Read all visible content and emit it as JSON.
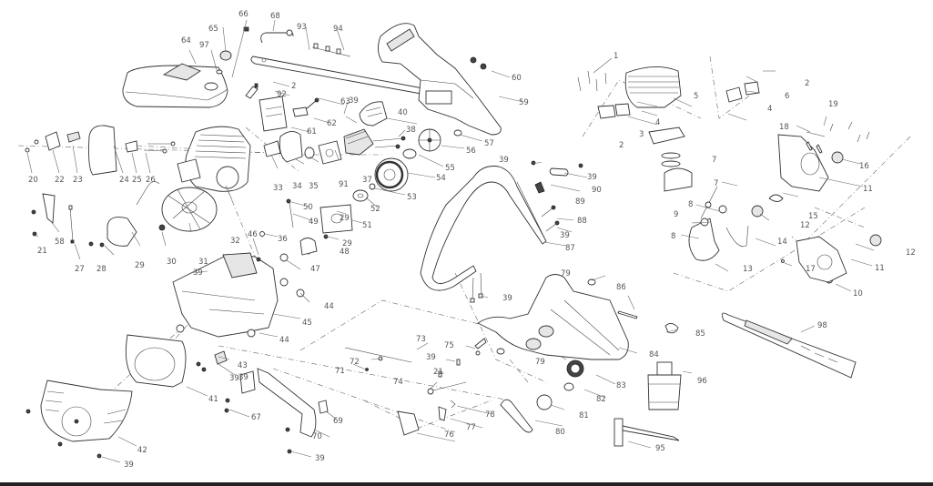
{
  "diagram": {
    "title": "Chainsaw exploded parts diagram",
    "labels": [
      {
        "id": "l1",
        "text": "1"
      },
      {
        "id": "l2a",
        "text": "2"
      },
      {
        "id": "l2b",
        "text": "2"
      },
      {
        "id": "l2c",
        "text": "2"
      },
      {
        "id": "l3",
        "text": "3"
      },
      {
        "id": "l4a",
        "text": "4"
      },
      {
        "id": "l4b",
        "text": "4"
      },
      {
        "id": "l5",
        "text": "5"
      },
      {
        "id": "l6",
        "text": "6"
      },
      {
        "id": "l7a",
        "text": "7"
      },
      {
        "id": "l7b",
        "text": "7"
      },
      {
        "id": "l8a",
        "text": "8"
      },
      {
        "id": "l8b",
        "text": "8"
      },
      {
        "id": "l9",
        "text": "9"
      },
      {
        "id": "l10",
        "text": "10"
      },
      {
        "id": "l11a",
        "text": "11"
      },
      {
        "id": "l11b",
        "text": "11"
      },
      {
        "id": "l12a",
        "text": "12"
      },
      {
        "id": "l12b",
        "text": "12"
      },
      {
        "id": "l13",
        "text": "13"
      },
      {
        "id": "l14",
        "text": "14"
      },
      {
        "id": "l15",
        "text": "15"
      },
      {
        "id": "l16",
        "text": "16"
      },
      {
        "id": "l17",
        "text": "17"
      },
      {
        "id": "l18",
        "text": "18"
      },
      {
        "id": "l19",
        "text": "19"
      },
      {
        "id": "l20",
        "text": "20"
      },
      {
        "id": "l21a",
        "text": "21"
      },
      {
        "id": "l21b",
        "text": "21"
      },
      {
        "id": "l22",
        "text": "22"
      },
      {
        "id": "l23",
        "text": "23"
      },
      {
        "id": "l24",
        "text": "24"
      },
      {
        "id": "l25",
        "text": "25"
      },
      {
        "id": "l26",
        "text": "26"
      },
      {
        "id": "l27",
        "text": "27"
      },
      {
        "id": "l28",
        "text": "28"
      },
      {
        "id": "l29a",
        "text": "29"
      },
      {
        "id": "l29b",
        "text": "29"
      },
      {
        "id": "l29c",
        "text": "29"
      },
      {
        "id": "l30",
        "text": "30"
      },
      {
        "id": "l31",
        "text": "31"
      },
      {
        "id": "l32",
        "text": "32"
      },
      {
        "id": "l33",
        "text": "33"
      },
      {
        "id": "l34",
        "text": "34"
      },
      {
        "id": "l35",
        "text": "35"
      },
      {
        "id": "l36",
        "text": "36"
      },
      {
        "id": "l37",
        "text": "37"
      },
      {
        "id": "l38",
        "text": "38"
      },
      {
        "id": "l39a",
        "text": "39"
      },
      {
        "id": "l39b",
        "text": "39"
      },
      {
        "id": "l39c",
        "text": "39"
      },
      {
        "id": "l39d",
        "text": "39"
      },
      {
        "id": "l39e",
        "text": "39"
      },
      {
        "id": "l39f",
        "text": "39"
      },
      {
        "id": "l39g",
        "text": "39"
      },
      {
        "id": "l39h",
        "text": "39"
      },
      {
        "id": "l39i",
        "text": "39"
      },
      {
        "id": "l39j",
        "text": "39"
      },
      {
        "id": "l39k",
        "text": "39"
      },
      {
        "id": "l40",
        "text": "40"
      },
      {
        "id": "l41",
        "text": "41"
      },
      {
        "id": "l42",
        "text": "42"
      },
      {
        "id": "l43",
        "text": "43"
      },
      {
        "id": "l44a",
        "text": "44"
      },
      {
        "id": "l44b",
        "text": "44"
      },
      {
        "id": "l45",
        "text": "45"
      },
      {
        "id": "l46",
        "text": "46"
      },
      {
        "id": "l47",
        "text": "47"
      },
      {
        "id": "l48",
        "text": "48"
      },
      {
        "id": "l49",
        "text": "49"
      },
      {
        "id": "l50",
        "text": "50"
      },
      {
        "id": "l51",
        "text": "51"
      },
      {
        "id": "l52",
        "text": "52"
      },
      {
        "id": "l53",
        "text": "53"
      },
      {
        "id": "l54",
        "text": "54"
      },
      {
        "id": "l55",
        "text": "55"
      },
      {
        "id": "l56",
        "text": "56"
      },
      {
        "id": "l57",
        "text": "57"
      },
      {
        "id": "l58",
        "text": "58"
      },
      {
        "id": "l59",
        "text": "59"
      },
      {
        "id": "l60",
        "text": "60"
      },
      {
        "id": "l61",
        "text": "61"
      },
      {
        "id": "l62",
        "text": "62"
      },
      {
        "id": "l63",
        "text": "63"
      },
      {
        "id": "l64",
        "text": "64"
      },
      {
        "id": "l65",
        "text": "65"
      },
      {
        "id": "l66",
        "text": "66"
      },
      {
        "id": "l67",
        "text": "67"
      },
      {
        "id": "l68",
        "text": "68"
      },
      {
        "id": "l69",
        "text": "69"
      },
      {
        "id": "l70",
        "text": "70"
      },
      {
        "id": "l71",
        "text": "71"
      },
      {
        "id": "l72",
        "text": "72"
      },
      {
        "id": "l73",
        "text": "73"
      },
      {
        "id": "l74",
        "text": "74"
      },
      {
        "id": "l75",
        "text": "75"
      },
      {
        "id": "l76",
        "text": "76"
      },
      {
        "id": "l77",
        "text": "77"
      },
      {
        "id": "l78",
        "text": "78"
      },
      {
        "id": "l79a",
        "text": "79"
      },
      {
        "id": "l79b",
        "text": "79"
      },
      {
        "id": "l80",
        "text": "80"
      },
      {
        "id": "l81",
        "text": "81"
      },
      {
        "id": "l82",
        "text": "82"
      },
      {
        "id": "l83",
        "text": "83"
      },
      {
        "id": "l84",
        "text": "84"
      },
      {
        "id": "l85",
        "text": "85"
      },
      {
        "id": "l86",
        "text": "86"
      },
      {
        "id": "l87",
        "text": "87"
      },
      {
        "id": "l88",
        "text": "88"
      },
      {
        "id": "l89",
        "text": "89"
      },
      {
        "id": "l90",
        "text": "90"
      },
      {
        "id": "l91",
        "text": "91"
      },
      {
        "id": "l92",
        "text": "92"
      },
      {
        "id": "l93",
        "text": "93"
      },
      {
        "id": "l94",
        "text": "94"
      },
      {
        "id": "l95",
        "text": "95"
      },
      {
        "id": "l96",
        "text": "96"
      },
      {
        "id": "l97",
        "text": "97"
      },
      {
        "id": "l98",
        "text": "98"
      }
    ]
  }
}
